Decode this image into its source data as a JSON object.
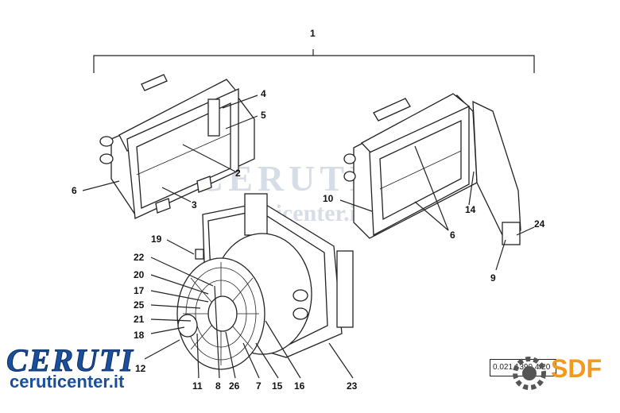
{
  "callouts": {
    "c1": "1",
    "c2": "2",
    "c3": "3",
    "c4": "4",
    "c5": "5",
    "c6a": "6",
    "c6b": "6",
    "c7": "7",
    "c8": "8",
    "c9": "9",
    "c10": "10",
    "c11": "11",
    "c12": "12",
    "c14": "14",
    "c15": "15",
    "c16": "16",
    "c17": "17",
    "c18": "18",
    "c19": "19",
    "c20": "20",
    "c21": "21",
    "c22": "22",
    "c23": "23",
    "c24": "24",
    "c25": "25",
    "c26": "26"
  },
  "reference_code": "0.021.1390.4/20",
  "logos": {
    "ceruti_name": "CERUTI",
    "ceruti_site": "ceruticenter.it",
    "sdf_name": "SDF",
    "watermark": "CERUTI",
    "watermark_site": "ceruticenter.it"
  },
  "colors": {
    "ceruti_blue": "#1a4f9c",
    "sdf_orange": "#f39a1e",
    "watermark": "#d6dde6",
    "line": "#222222"
  }
}
